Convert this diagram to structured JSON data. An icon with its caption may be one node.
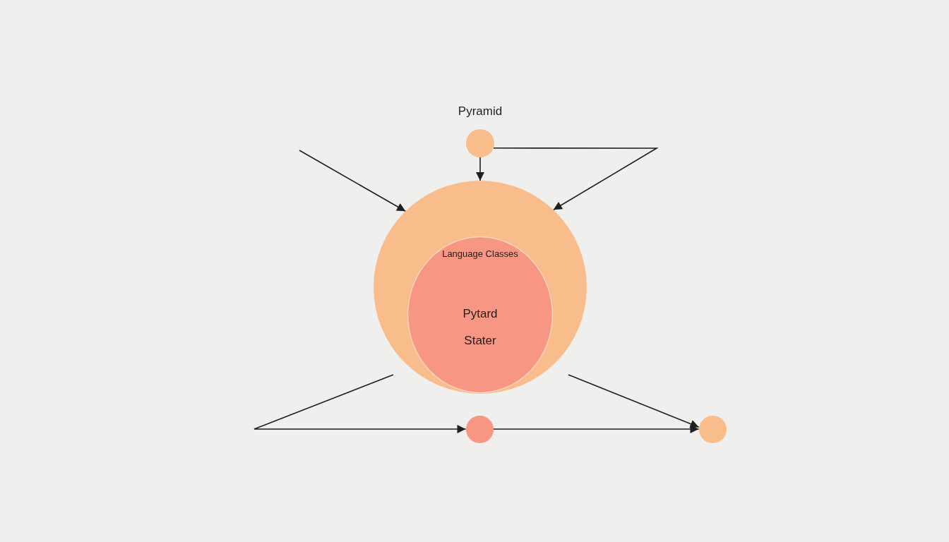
{
  "diagram": {
    "nodes": [
      {
        "text": [],
        "shape": "circle",
        "beside": [
          "Pyramid"
        ]
      },
      {
        "text": [],
        "shape": "circle"
      },
      {
        "text": [
          "Language Classes",
          "Pytard",
          "Stater"
        ],
        "in": 1
      },
      {
        "text": [],
        "shape": "circle"
      },
      {
        "text": [],
        "shape": "circle"
      }
    ],
    "edges": [
      {
        "from": 0,
        "to": 1,
        "arrow": "to"
      },
      {
        "from": 0,
        "to": 1,
        "arrow": "to"
      },
      {
        "from": null,
        "to": 1,
        "arrow": "to"
      },
      {
        "from": null,
        "to": 3,
        "arrow": "to"
      },
      {
        "from": 3,
        "to": 4,
        "arrow": "to"
      },
      {
        "from": null,
        "to": 4,
        "arrow": "to"
      }
    ]
  }
}
